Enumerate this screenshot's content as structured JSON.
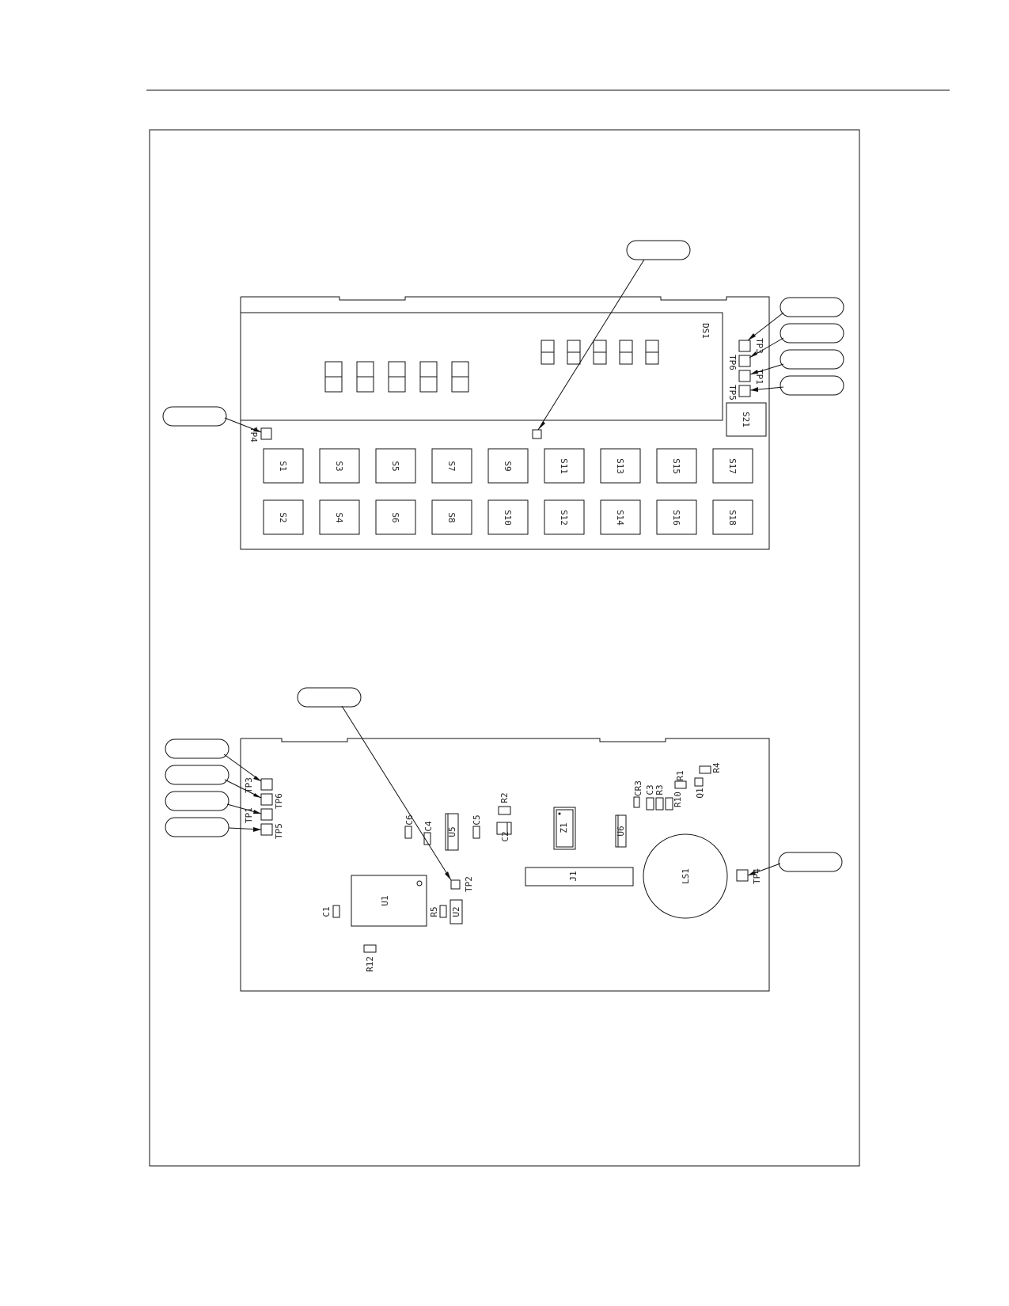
{
  "top_assembly": {
    "display_label": "DS1",
    "switches": [
      "S1",
      "S2",
      "S3",
      "S4",
      "S5",
      "S6",
      "S7",
      "S8",
      "S9",
      "S10",
      "S11",
      "S12",
      "S13",
      "S14",
      "S15",
      "S16",
      "S17",
      "S18"
    ],
    "side_switch": "S21",
    "test_points": [
      "TP3",
      "TP6",
      "TP1",
      "TP5",
      "TP4"
    ]
  },
  "bottom_assembly": {
    "test_points_left": [
      "TP3",
      "TP6",
      "TP1",
      "TP5"
    ],
    "test_point_mid": "TP2",
    "test_point_right": "TP4",
    "components": [
      "C1",
      "U1",
      "R12",
      "R5",
      "U2",
      "C6",
      "C4",
      "U5",
      "C5",
      "R2",
      "C2",
      "Z1",
      "J1",
      "U6",
      "CR3",
      "C3",
      "R3",
      "R10",
      "R1",
      "Q1",
      "R4",
      "LS1"
    ]
  }
}
